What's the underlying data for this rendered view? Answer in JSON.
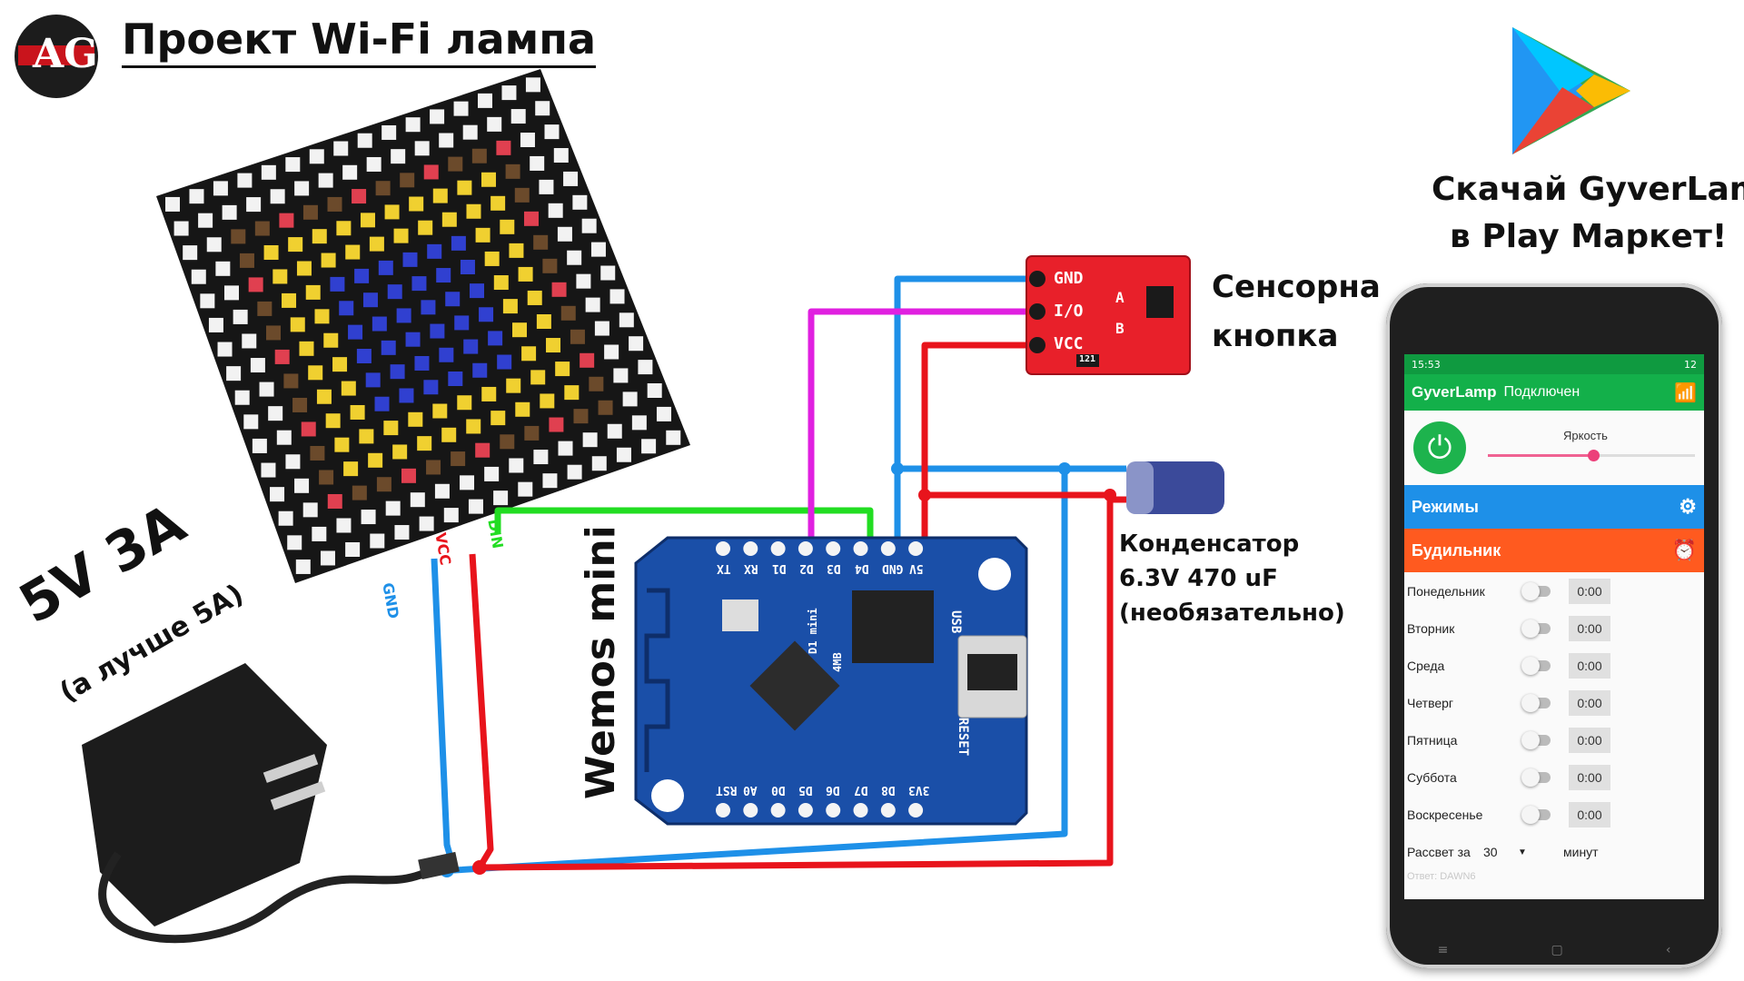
{
  "header": {
    "logo_text": "AG",
    "title": "Проект Wi-Fi лампа"
  },
  "play_market": {
    "line1": "Скачай GyverLamp",
    "line2": "в Play Маркет!"
  },
  "power_supply": {
    "spec": "5V 3A",
    "note": "(а лучше 5A)"
  },
  "matrix": {
    "wire_labels": [
      "GND",
      "VCC",
      "DIN"
    ]
  },
  "board": {
    "name": "Wemos mini",
    "pins_top": [
      "TX",
      "RX",
      "D1",
      "D2",
      "D3",
      "D4",
      "GND",
      "5V"
    ],
    "pins_bottom": [
      "RST",
      "A0",
      "D0",
      "D5",
      "D6",
      "D7",
      "D8",
      "3V3"
    ],
    "silk": [
      "D1 mini",
      "4MB",
      "USB",
      "RESET"
    ]
  },
  "touch_button": {
    "label_line1": "Сенсорна",
    "label_line2": "кнопка",
    "pins": [
      "GND",
      "I/O",
      "VCC"
    ],
    "marks": [
      "A",
      "B"
    ],
    "chip": "121"
  },
  "capacitor": {
    "line1": "Конденсатор",
    "line2": "6.3V 470 uF",
    "line3": "(необязательно)"
  },
  "phone": {
    "status_time": "15:53",
    "status_right": "12",
    "app_name": "GyverLamp",
    "app_status": "Подключен",
    "brightness_label": "Яркость",
    "brightness_value": 0.51,
    "modes_label": "Режимы",
    "alarm_label": "Будильник",
    "days": [
      {
        "day": "Понедельник",
        "time": "0:00"
      },
      {
        "day": "Вторник",
        "time": "0:00"
      },
      {
        "day": "Среда",
        "time": "0:00"
      },
      {
        "day": "Четверг",
        "time": "0:00"
      },
      {
        "day": "Пятница",
        "time": "0:00"
      },
      {
        "day": "Суббота",
        "time": "0:00"
      },
      {
        "day": "Воскресенье",
        "time": "0:00"
      }
    ],
    "dawn_label": "Рассвет за",
    "dawn_value": "30",
    "dawn_unit": "минут",
    "answer": "Ответ:  DAWN6"
  },
  "colors": {
    "wire_gnd": "#1e90e8",
    "wire_vcc": "#e8141c",
    "wire_din": "#22dd22",
    "wire_io": "#e020e0",
    "board": "#1a4fa8",
    "touch_pcb": "#e8202a",
    "app_green": "#13b04a",
    "modes_blue": "#1e90e8",
    "alarm_orange": "#ff5a1f"
  }
}
